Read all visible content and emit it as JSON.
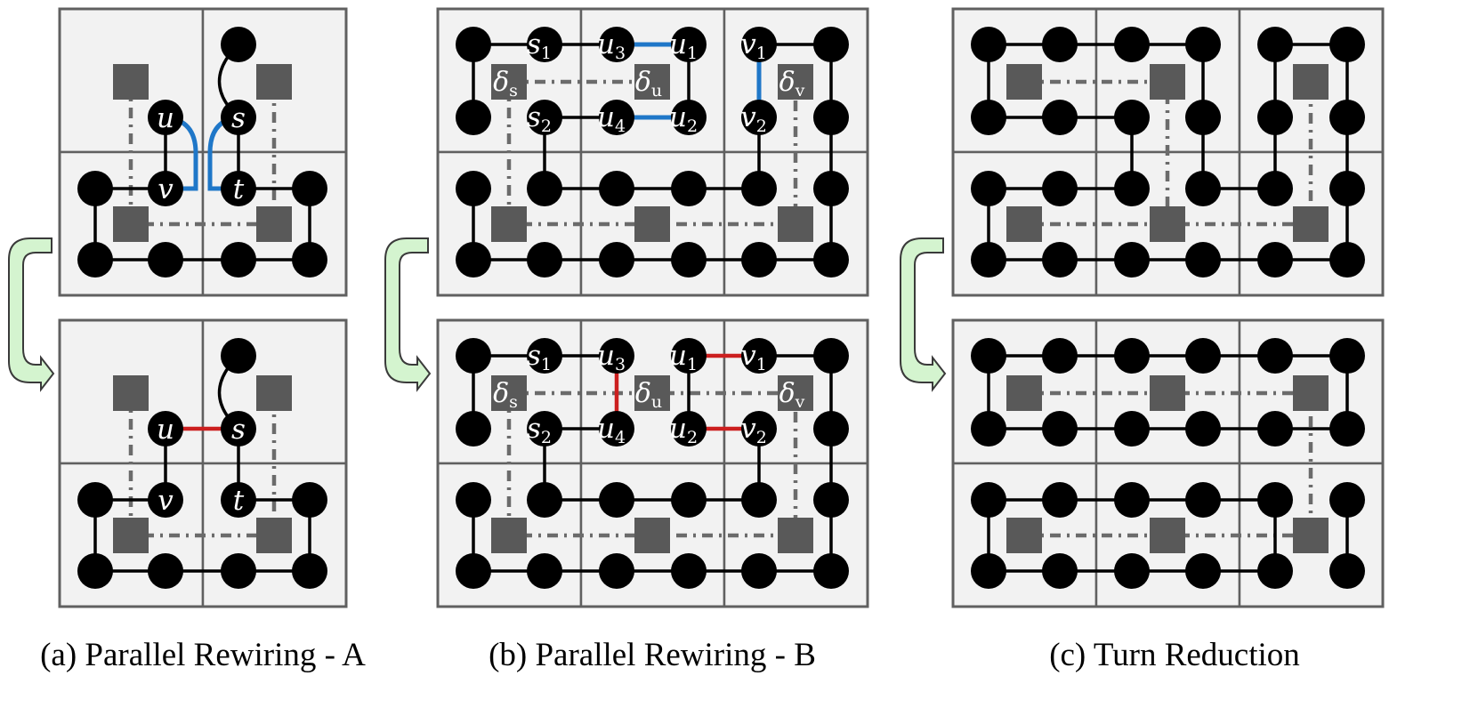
{
  "captions": {
    "a": "(a) Parallel Rewiring - A",
    "b": "(b) Parallel Rewiring - B",
    "c": "(c) Turn Reduction"
  },
  "labels": {
    "u": "u",
    "v": "v",
    "s": "s",
    "t": "t",
    "s1": "s",
    "s1_sub": "1",
    "s2": "s",
    "s2_sub": "2",
    "u1": "u",
    "u1_sub": "1",
    "u2": "u",
    "u2_sub": "2",
    "u3": "u",
    "u3_sub": "3",
    "u4": "u",
    "u4_sub": "4",
    "v1": "v",
    "v1_sub": "1",
    "v2": "v",
    "v2_sub": "2",
    "ds": "δ",
    "ds_sub": "s",
    "du": "δ",
    "du_sub": "u",
    "dv": "δ",
    "dv_sub": "v"
  },
  "colors": {
    "node": "#000000",
    "supernode": "#595959",
    "blue_edge": "#1f77c8",
    "red_edge": "#cc1f1f",
    "cell": "#f2f2f2",
    "arrow": "#d4f4cf"
  }
}
